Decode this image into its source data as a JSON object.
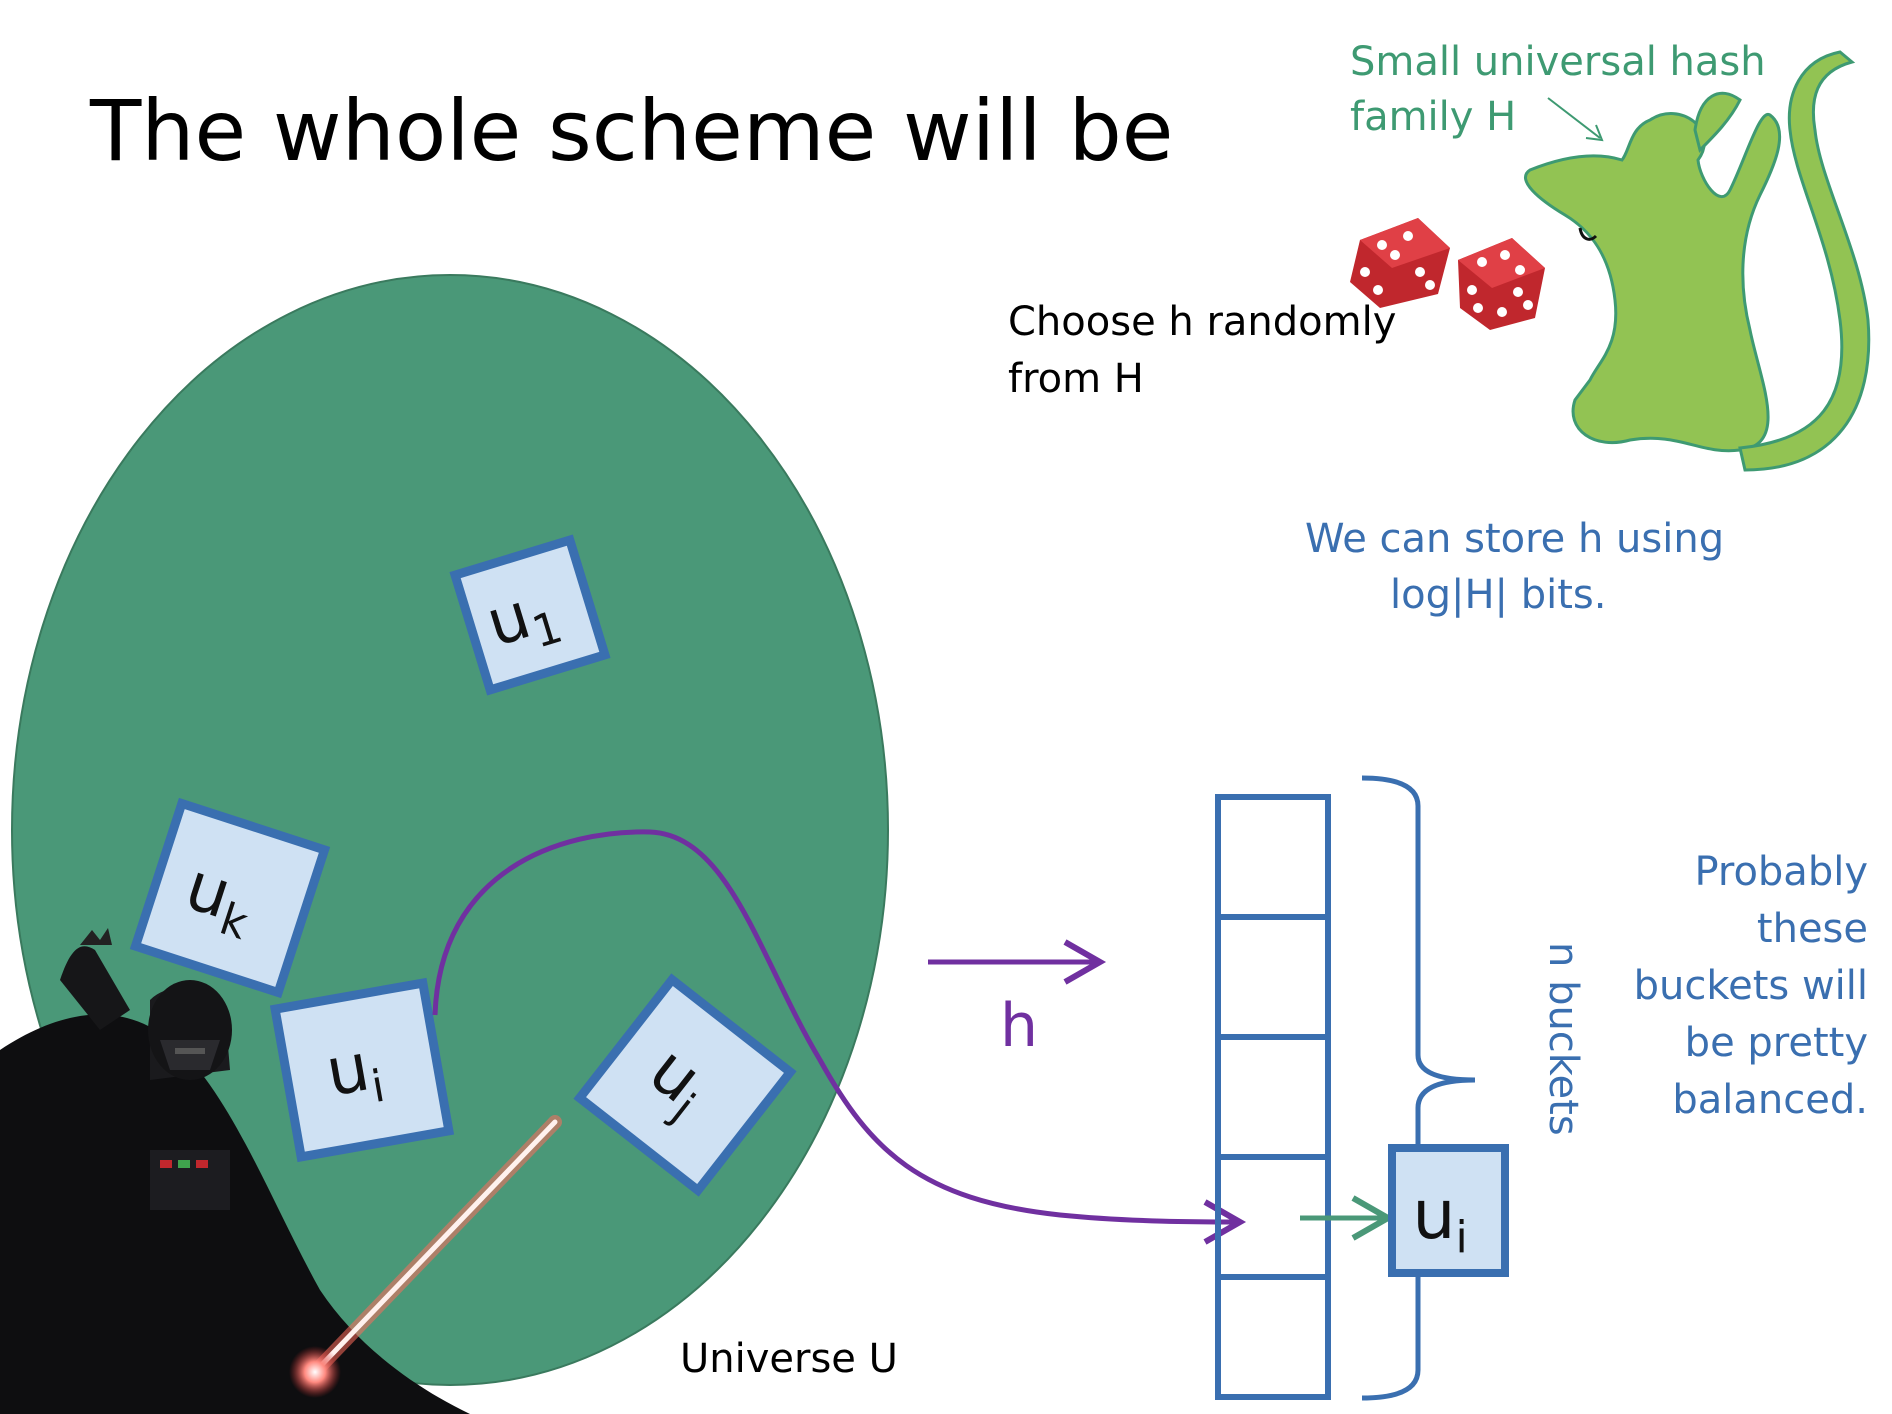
{
  "slide": {
    "title": "The whole scheme will be"
  },
  "universe": {
    "label": "Universe U",
    "color": "#4a9878"
  },
  "elements": {
    "u1": "u",
    "u1_sub": "1",
    "uk": "u",
    "uk_sub": "k",
    "ui": "u",
    "ui_sub": "i",
    "uj": "u",
    "uj_sub": "j",
    "box_fill": "#cfe1f3",
    "box_stroke": "#3a6fb0"
  },
  "hash_arrow": {
    "label": "h",
    "color": "#7030a0"
  },
  "table": {
    "brace_label": "n buckets",
    "stored_item": "u",
    "stored_item_sub": "i",
    "inner_arrow_color": "#4a9878"
  },
  "notes": {
    "hash_family_line1": "Small universal hash",
    "hash_family_line2": "family H",
    "choose_line1": "Choose h randomly",
    "choose_line2": "from H",
    "store_line1": "We can store h using",
    "store_line2": "log|H| bits.",
    "balanced_line1": "Probably",
    "balanced_line2": "these",
    "balanced_line3": "buckets will",
    "balanced_line4": "be pretty",
    "balanced_line5": "balanced."
  },
  "colors": {
    "teal_text": "#3e9a72",
    "blue_text": "#3a6fb0",
    "cat_fill": "#92c353",
    "cat_stroke": "#3e9a72",
    "dice": "#c0272d"
  }
}
